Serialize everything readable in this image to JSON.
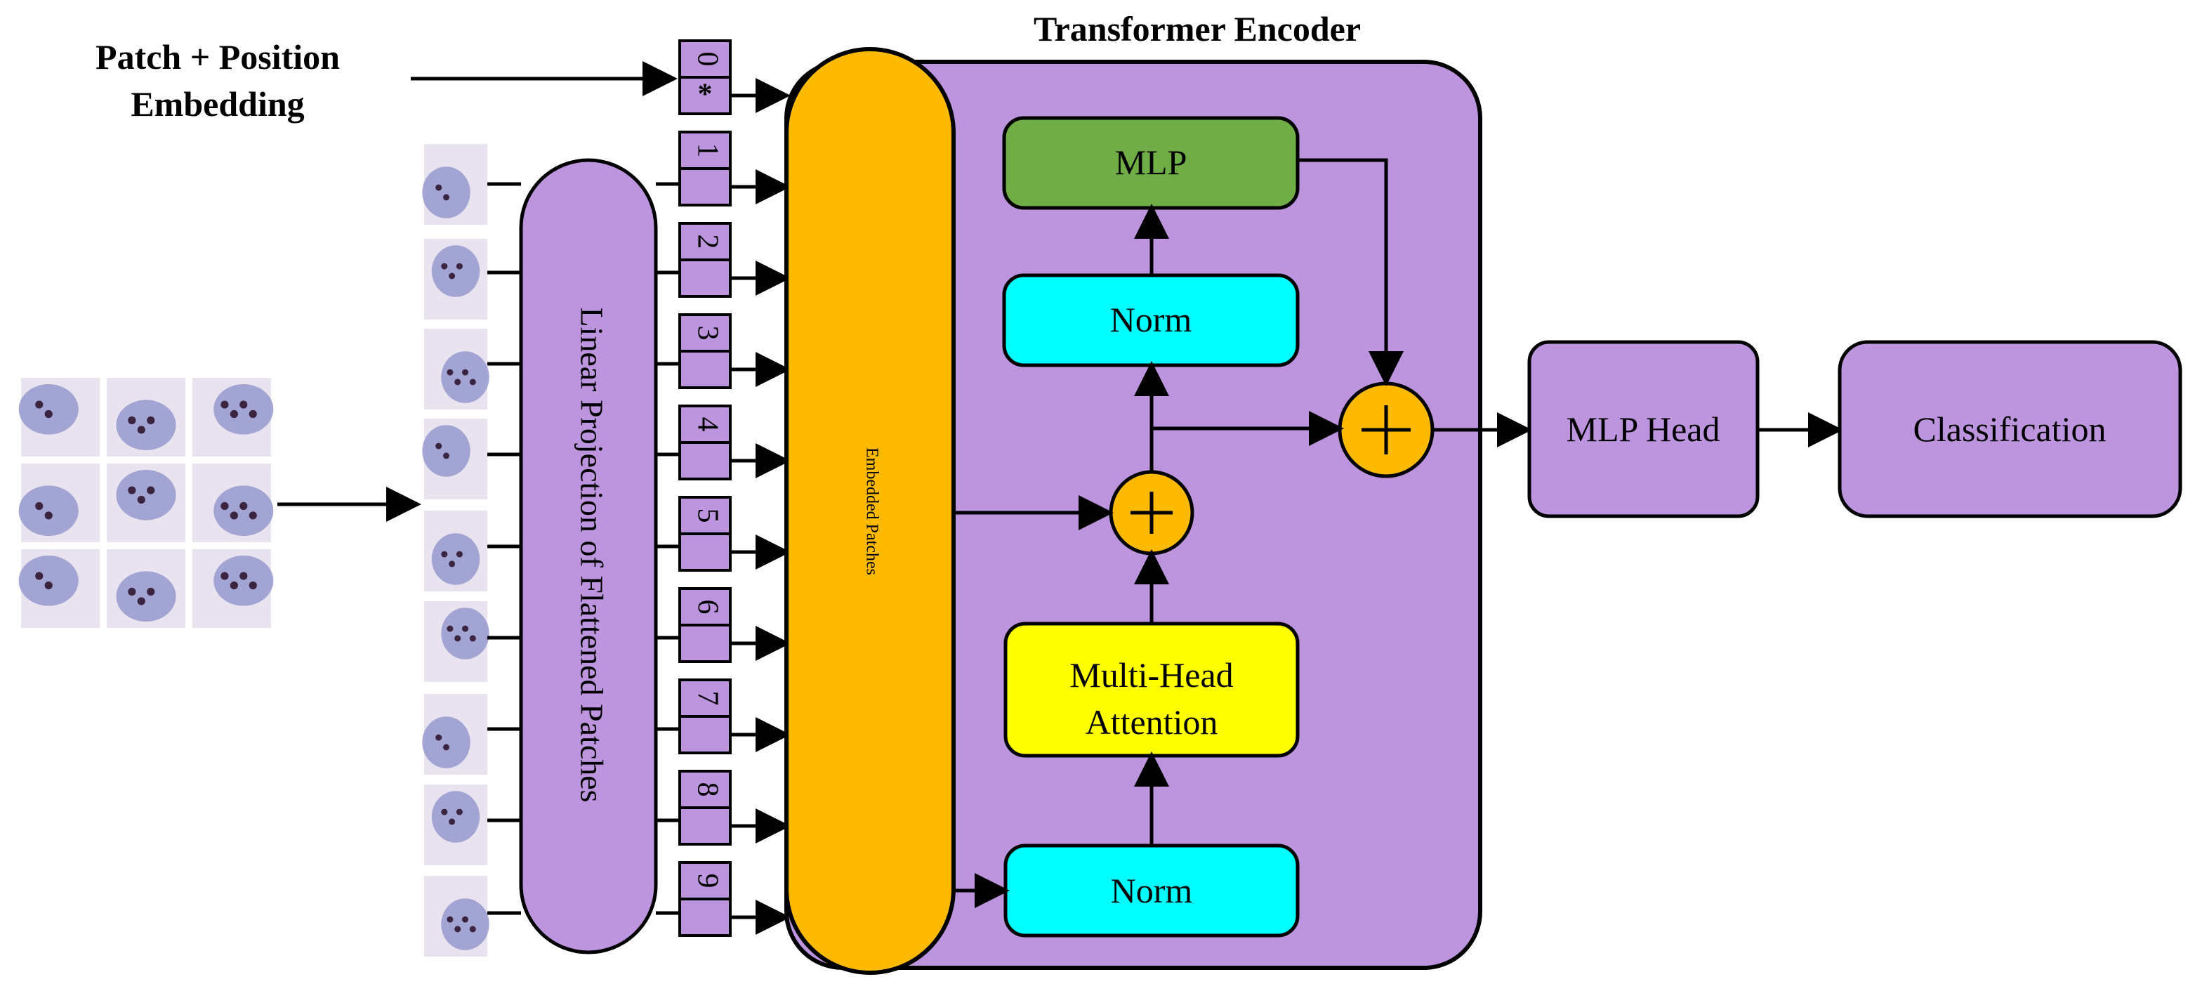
{
  "labels": {
    "patch_position": [
      "Patch + Position",
      "Embedding"
    ],
    "transformer_encoder": "Transformer Encoder",
    "linear_projection": "Linear Projection of Flattened Patches",
    "embedded_patches": "Embedded Patches",
    "mlp": "MLP",
    "norm_top": "Norm",
    "norm_bottom": "Norm",
    "multi_head_attention": [
      "Multi-Head",
      "Attention"
    ],
    "mlp_head": "MLP Head",
    "classification": "Classification"
  },
  "tokens": [
    "0",
    "1",
    "2",
    "3",
    "4",
    "5",
    "6",
    "7",
    "8",
    "9"
  ],
  "class_token_mark": "*",
  "colors": {
    "encoder_fill": "#bd95df",
    "embedded_fill": "#fdba00",
    "mlp_fill": "#70ad47",
    "norm_fill": "#00ffff",
    "attention_fill": "#ffff00",
    "add_fill": "#fdba00",
    "head_fill": "#bd95df",
    "projection_fill": "#bd95df",
    "token_fill": "#bd95df",
    "cell_fill": "#e9e2ef",
    "cell_stain": "#9a9fcf",
    "parasite": "#3a2440"
  }
}
